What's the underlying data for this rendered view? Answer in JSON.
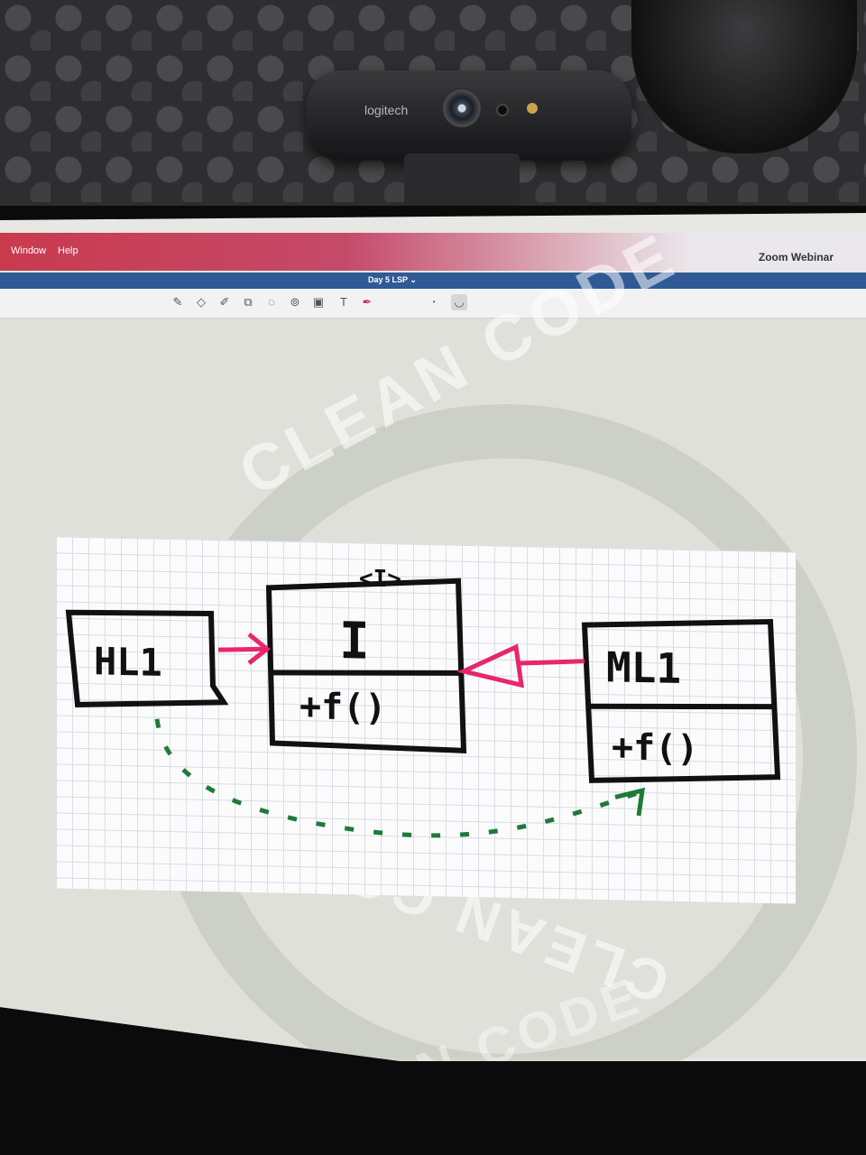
{
  "photo": {
    "webcam_brand": "logitech"
  },
  "app": {
    "menu": [
      "Window",
      "Help"
    ],
    "title": "Zoom Webinar",
    "document_title": "Day 5 LSP",
    "dropdown_icon": "chevron-down-icon"
  },
  "toolbar": {
    "tools": [
      "pencil-icon",
      "eraser-icon",
      "highlighter-icon",
      "shapes-icon",
      "lasso-icon",
      "stamp-icon",
      "image-icon",
      "text-icon",
      "color-icon"
    ],
    "active_tool": "line-icon"
  },
  "watermark": {
    "text": "CLEAN CODE"
  },
  "diagram": {
    "interface_stereotype": "<I>",
    "interface_name": "I",
    "interface_method": "+f()",
    "client_name": "HL1",
    "impl_name": "ML1",
    "impl_method": "+f()",
    "colors": {
      "association": "#e8266c",
      "dependency": "#1f7a3a",
      "ink": "#111111"
    }
  }
}
